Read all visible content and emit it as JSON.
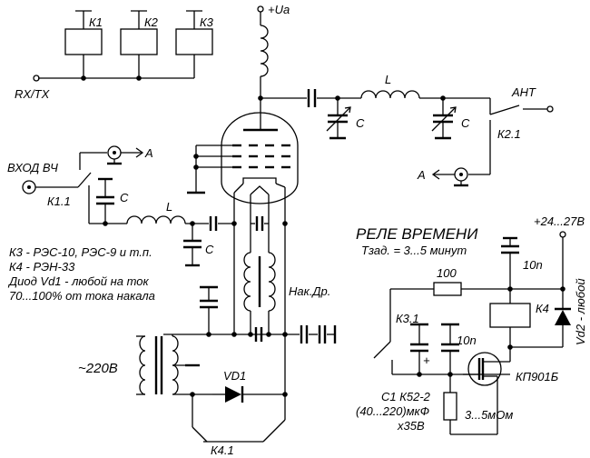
{
  "labels": {
    "k1": "К1",
    "k2": "К2",
    "k3": "К3",
    "rxtx": "RX/TX",
    "ua": "+Ua",
    "l_top": "L",
    "c_tune1": "C",
    "c_tune2": "C",
    "ant": "АНТ",
    "k21": "К2.1",
    "a_right": "A",
    "a_left": "A",
    "vhod": "ВХОД ВЧ",
    "k11": "К1.1",
    "c_in": "C",
    "l_in": "L",
    "c_grid": "C",
    "nakdr": "Нак.Др.",
    "note1": "К3 - РЭС-10, РЭС-9 и т.п.",
    "note2": "К4 - РЭН-33",
    "note3": "Диод Vd1 - любой на ток",
    "note4": "70...100% от тока накала",
    "v220": "~220В",
    "vd1": "VD1",
    "k41": "К4.1",
    "relay_title": "РЕЛЕ   ВРЕМЕНИ",
    "tzad": "Тзад. = 3...5 минут",
    "v2427": "+24...27В",
    "r100": "100",
    "c10n_top": "10n",
    "k4": "К4",
    "vd2": "Vd2 - любой",
    "k31": "К3.1",
    "plus": "+",
    "c10n_mid": "10n",
    "kp901": "КП901Б",
    "c1_line1": "С1 К52-2",
    "c1_line2": "(40...220)мкФ",
    "c1_line3": "х35В",
    "r_3_5": "3...5мОм"
  }
}
